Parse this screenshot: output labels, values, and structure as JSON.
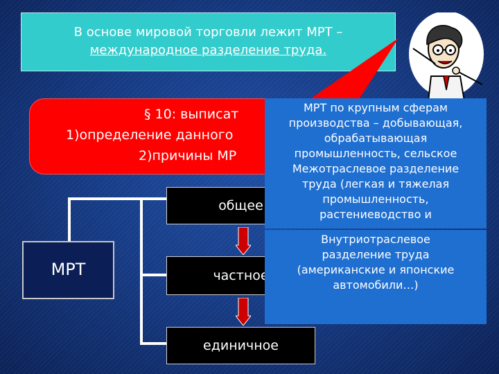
{
  "title": {
    "line1": "В основе мировой торговли лежит МРТ –",
    "line2": "международное разделение труда."
  },
  "task": {
    "line1": "§ 10: выписат",
    "line2": "1)определение данного",
    "line3": "2)причины МР"
  },
  "tree": {
    "root": "МРТ",
    "node1": "общее",
    "node2": "частное",
    "node3": "единичное"
  },
  "tooltips": {
    "general": [
      "МРТ по крупным сферам",
      "производства – добывающая,",
      "обрабатывающая",
      "промышленность, сельское"
    ],
    "intersectoral": [
      "Межотраслевое разделение",
      "труда (легкая и тяжелая",
      "промышленность,",
      "растениеводство и"
    ],
    "intrasectoral": [
      "Внутриотраслевое",
      "разделение труда",
      "(американские и японские",
      "автомобили…)"
    ]
  },
  "colors": {
    "title_bg": "#33cccc",
    "callout_red": "#ff0000",
    "tooltip_blue": "#1f6fd1",
    "node_black": "#000000"
  },
  "icons": [
    "teacher-cartoon-icon",
    "down-arrow-icon"
  ]
}
